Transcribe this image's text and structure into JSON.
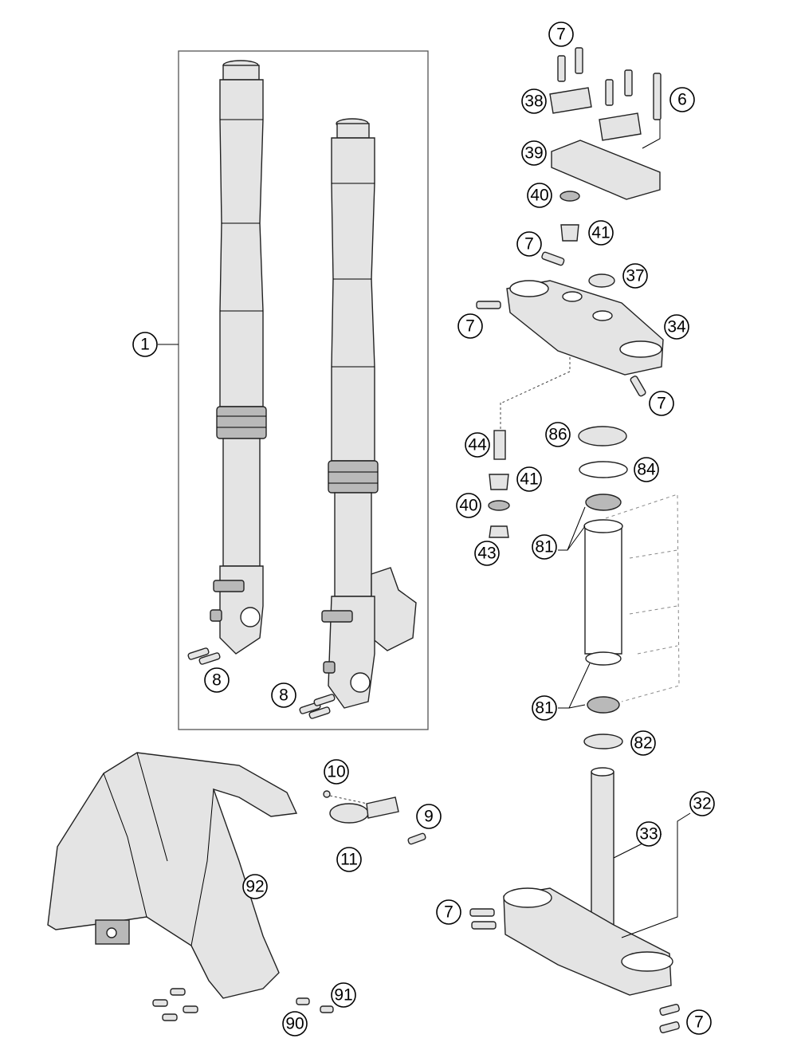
{
  "callouts": [
    {
      "id": "c-1",
      "label": "1"
    },
    {
      "id": "c-6",
      "label": "6"
    },
    {
      "id": "c-7a",
      "label": "7"
    },
    {
      "id": "c-7b",
      "label": "7"
    },
    {
      "id": "c-7c",
      "label": "7"
    },
    {
      "id": "c-7d",
      "label": "7"
    },
    {
      "id": "c-7e",
      "label": "7"
    },
    {
      "id": "c-7f",
      "label": "7"
    },
    {
      "id": "c-8a",
      "label": "8"
    },
    {
      "id": "c-8b",
      "label": "8"
    },
    {
      "id": "c-9",
      "label": "9"
    },
    {
      "id": "c-10",
      "label": "10"
    },
    {
      "id": "c-11",
      "label": "11"
    },
    {
      "id": "c-32",
      "label": "32"
    },
    {
      "id": "c-33",
      "label": "33"
    },
    {
      "id": "c-34",
      "label": "34"
    },
    {
      "id": "c-37",
      "label": "37"
    },
    {
      "id": "c-38",
      "label": "38"
    },
    {
      "id": "c-39",
      "label": "39"
    },
    {
      "id": "c-40a",
      "label": "40"
    },
    {
      "id": "c-40b",
      "label": "40"
    },
    {
      "id": "c-41a",
      "label": "41"
    },
    {
      "id": "c-41b",
      "label": "41"
    },
    {
      "id": "c-43",
      "label": "43"
    },
    {
      "id": "c-44",
      "label": "44"
    },
    {
      "id": "c-81a",
      "label": "81"
    },
    {
      "id": "c-81b",
      "label": "81"
    },
    {
      "id": "c-82",
      "label": "82"
    },
    {
      "id": "c-84",
      "label": "84"
    },
    {
      "id": "c-86",
      "label": "86"
    },
    {
      "id": "c-90",
      "label": "90"
    },
    {
      "id": "c-91",
      "label": "91"
    },
    {
      "id": "c-92",
      "label": "92"
    }
  ]
}
